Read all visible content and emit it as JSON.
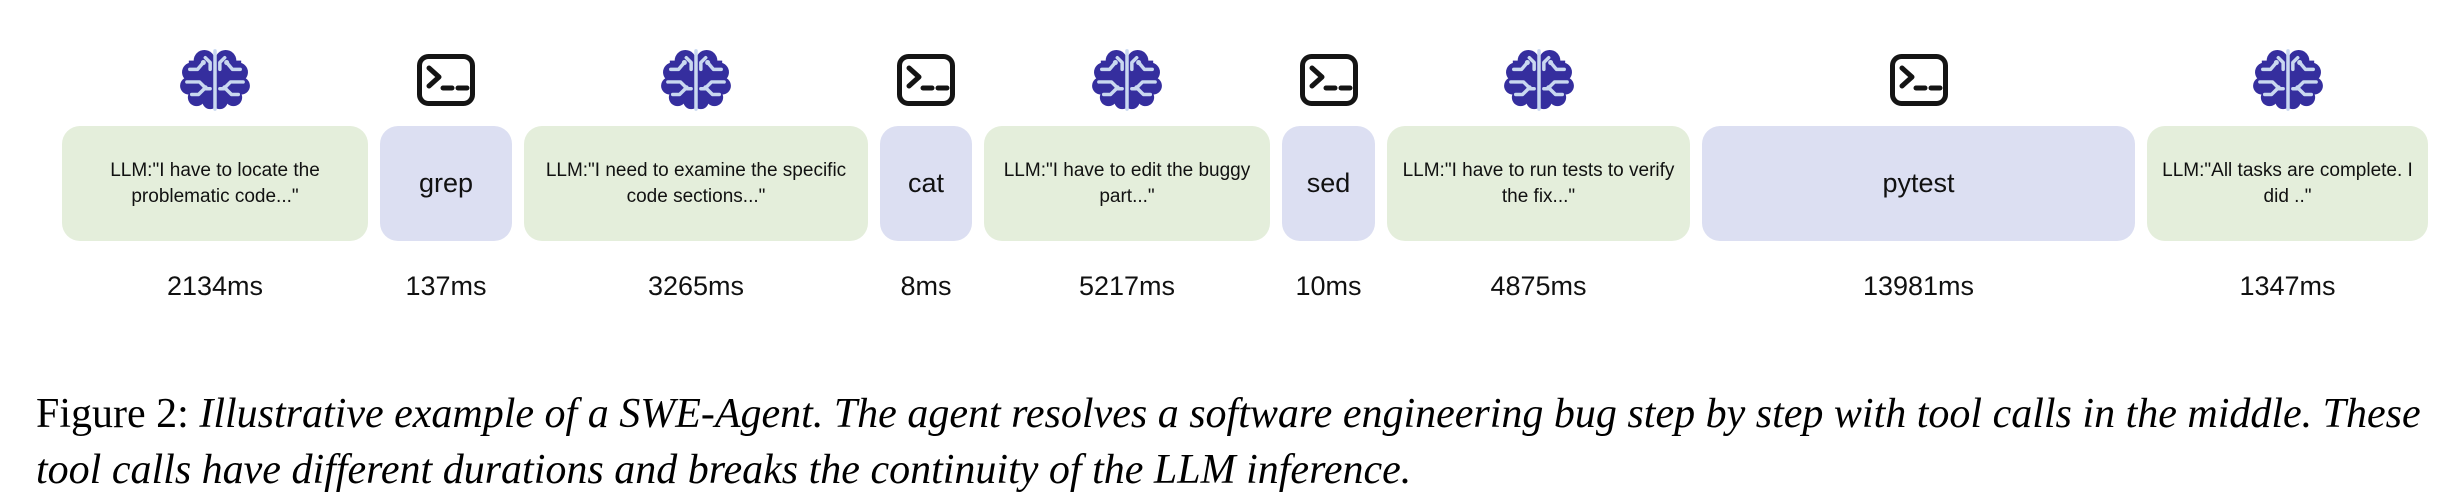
{
  "steps": [
    {
      "kind": "llm",
      "icon": "brain",
      "label": "LLM:\"I have to locate the problematic code...\"",
      "duration": "2134ms"
    },
    {
      "kind": "tool",
      "icon": "terminal",
      "label": "grep",
      "duration": "137ms"
    },
    {
      "kind": "llm",
      "icon": "brain",
      "label": "LLM:\"I need to examine the specific code sections...\"",
      "duration": "3265ms"
    },
    {
      "kind": "tool",
      "icon": "terminal",
      "label": "cat",
      "duration": "8ms"
    },
    {
      "kind": "llm",
      "icon": "brain",
      "label": "LLM:\"I have to edit the buggy part...\"",
      "duration": "5217ms"
    },
    {
      "kind": "tool",
      "icon": "terminal",
      "label": "sed",
      "duration": "10ms"
    },
    {
      "kind": "llm",
      "icon": "brain",
      "label": "LLM:\"I have to run tests to verify the fix...\"",
      "duration": "4875ms"
    },
    {
      "kind": "tool",
      "icon": "terminal",
      "label": "pytest",
      "duration": "13981ms"
    },
    {
      "kind": "llm",
      "icon": "brain",
      "label": "LLM:\"All tasks are complete. I did ..\"",
      "duration": "1347ms"
    }
  ],
  "caption": {
    "label": "Figure 2:",
    "text": "Illustrative example of a SWE-Agent. The agent resolves a software engineering bug step by step with tool calls in the middle. These tool calls have different durations and breaks the continuity of the LLM inference."
  },
  "colors": {
    "llm_box": "#e4eedb",
    "tool_box": "#dcdff2",
    "brain_fill": "#352e9e",
    "brain_trace": "#c9d8f0",
    "terminal_stroke": "#141414"
  }
}
